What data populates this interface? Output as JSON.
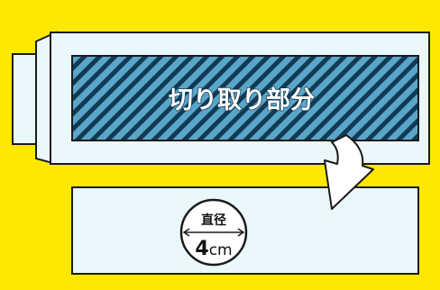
{
  "colors": {
    "background": "#ffe800",
    "panel_fill": "#eaf7fb",
    "stripe_base": "#5aa6c8",
    "stripe_line": "#103a55",
    "outline": "#1b1b1b",
    "arrow_fill": "#ffffff",
    "text_light": "#ffffff",
    "text_dark": "#111111"
  },
  "labels": {
    "cut_area": "切り取り部分",
    "diameter": "直径",
    "diameter_number": "4",
    "diameter_unit": "cm"
  },
  "icons": {
    "arrow": "curved-arrow-down-left-icon",
    "measure": "double-headed-arrow-icon"
  }
}
